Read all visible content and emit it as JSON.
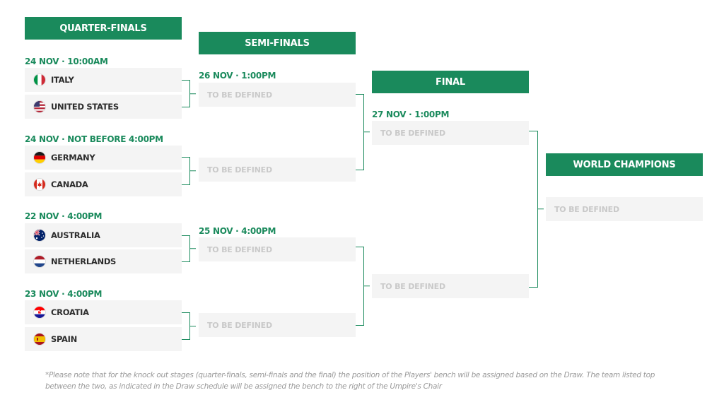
{
  "stages": {
    "quarter_finals": "QUARTER-FINALS",
    "semi_finals": "SEMI-FINALS",
    "final": "FINAL",
    "world_champions": "WORLD CHAMPIONS"
  },
  "quarter_finals": [
    {
      "date": "24 NOV · 10:00AM",
      "teams": [
        {
          "name": "ITALY",
          "flag": "italy-flag-icon"
        },
        {
          "name": "UNITED STATES",
          "flag": "usa-flag-icon"
        }
      ]
    },
    {
      "date": "24 NOV · NOT BEFORE 4:00PM",
      "teams": [
        {
          "name": "GERMANY",
          "flag": "germany-flag-icon"
        },
        {
          "name": "CANADA",
          "flag": "canada-flag-icon"
        }
      ]
    },
    {
      "date": "22 NOV · 4:00PM",
      "teams": [
        {
          "name": "AUSTRALIA",
          "flag": "australia-flag-icon"
        },
        {
          "name": "NETHERLANDS",
          "flag": "netherlands-flag-icon"
        }
      ]
    },
    {
      "date": "23 NOV · 4:00PM",
      "teams": [
        {
          "name": "CROATIA",
          "flag": "croatia-flag-icon"
        },
        {
          "name": "SPAIN",
          "flag": "spain-flag-icon"
        }
      ]
    }
  ],
  "semi_finals": [
    {
      "date": "26 NOV · 1:00PM",
      "slots": [
        "TO BE DEFINED",
        "TO BE DEFINED"
      ]
    },
    {
      "date": "25 NOV · 4:00PM",
      "slots": [
        "TO BE DEFINED",
        "TO BE DEFINED"
      ]
    }
  ],
  "final": {
    "date": "27 NOV · 1:00PM",
    "slots": [
      "TO BE DEFINED",
      "TO BE DEFINED"
    ]
  },
  "champion": {
    "slot": "TO BE DEFINED"
  },
  "footnote": "*Please note that for the knock out stages (quarter-finals, semi-finals and the final) the position of the Players' bench will be assigned based on the Draw. The team listed top between the two, as indicated in the Draw schedule will be assigned the bench to the right of the Umpire's Chair",
  "colors": {
    "accent": "#1a8a5c",
    "box": "#f4f4f4",
    "placeholder": "#c9c9c9"
  }
}
